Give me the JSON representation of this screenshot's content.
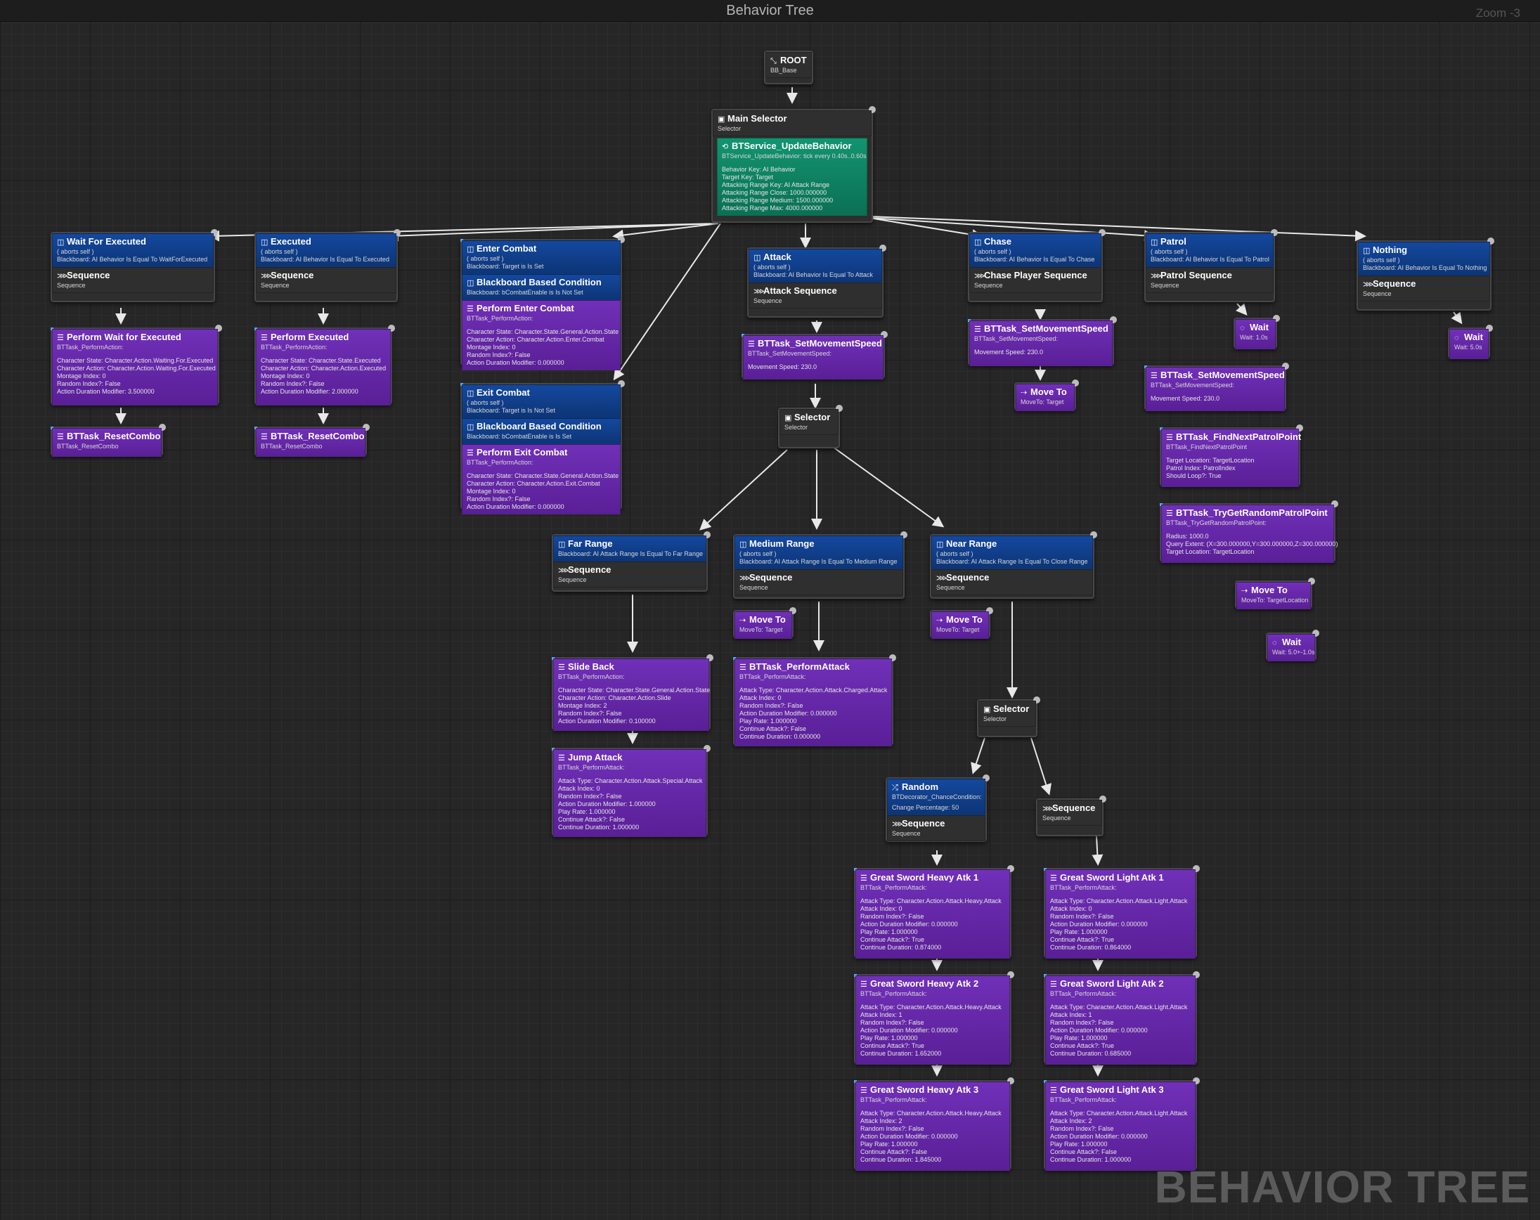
{
  "window": {
    "title": "Behavior Tree",
    "zoom": "Zoom -3",
    "watermark": "BEHAVIOR TREE"
  },
  "colors": {
    "decorator": "#14489e",
    "service": "#12946f",
    "task": "#7030b8",
    "composite": "#2f2f2f",
    "background": "#262626"
  },
  "icons": {
    "root": "root-icon",
    "selector": "selector-icon",
    "sequence": "sequence-icon",
    "decorator": "decorator-icon",
    "task": "task-icon",
    "move": "move-to-icon",
    "wait": "wait-icon",
    "random": "random-icon",
    "service": "service-icon"
  },
  "nodes": {
    "root": {
      "title": "ROOT",
      "sub": "BB_Base"
    },
    "main_selector": {
      "title": "Main Selector",
      "sub": "Selector",
      "service": {
        "title": "BTService_UpdateBehavior",
        "sub": "BTService_UpdateBehavior: tick every 0.40s..0.60s",
        "body": "Behavior Key: AI Behavior\nTarget Key: Target\nAttacking Range Key: AI Attack Range\nAttacking Range Close: 1000.000000\nAttacking Range Medium: 1500.000000\nAttacking Range Max: 4000.000000"
      }
    },
    "wait_for_executed": {
      "dec_title": "Wait For Executed",
      "dec_sub": "( aborts self )",
      "dec_bb": "Blackboard: AI Behavior Is Equal To WaitForExecuted",
      "title": "Sequence",
      "sub": "Sequence"
    },
    "perform_wait": {
      "title": "Perform Wait for Executed",
      "sub": "BTTask_PerformAction:",
      "body": "Character State: Character.Action.Waiting.For.Executed\nCharacter Action: Character.Action.Waiting.For.Executed\nMontage Index: 0\nRandom Index?: False\nAction Duration Modifier: 3.500000"
    },
    "reset_combo_1": {
      "title": "BTTask_ResetCombo",
      "sub": "BTTask_ResetCombo"
    },
    "executed": {
      "dec_title": "Executed",
      "dec_sub": "( aborts self )",
      "dec_bb": "Blackboard: AI Behavior Is Equal To Executed",
      "title": "Sequence",
      "sub": "Sequence"
    },
    "perform_executed": {
      "title": "Perform Executed",
      "sub": "BTTask_PerformAction:",
      "body": "Character State: Character.State.Executed\nCharacter Action: Character.Action.Executed\nMontage Index: 0\nRandom Index?: False\nAction Duration Modifier: 2.000000"
    },
    "reset_combo_2": {
      "title": "BTTask_ResetCombo",
      "sub": "BTTask_ResetCombo"
    },
    "enter_combat": {
      "dec_title": "Enter Combat",
      "dec_sub": "( aborts self )",
      "dec_bb": "Blackboard: Target is Is Set",
      "dec2_title": "Blackboard Based Condition",
      "dec2_bb": "Blackboard: bCombatEnable is Is Not Set",
      "title": "Perform Enter Combat",
      "sub": "BTTask_PerformAction:",
      "body": "Character State: Character.State.General.Action.State\nCharacter Action: Character.Action.Enter.Combat\nMontage Index: 0\nRandom Index?: False\nAction Duration Modifier: 0.000000"
    },
    "exit_combat": {
      "dec_title": "Exit Combat",
      "dec_sub": "( aborts self )",
      "dec_bb": "Blackboard: Target is Is Not Set",
      "dec2_title": "Blackboard Based Condition",
      "dec2_bb": "Blackboard: bCombatEnable is Is Set",
      "title": "Perform Exit Combat",
      "sub": "BTTask_PerformAction:",
      "body": "Character State: Character.State.General.Action.State\nCharacter Action: Character.Action.Exit.Combat\nMontage Index: 0\nRandom Index?: False\nAction Duration Modifier: 0.000000"
    },
    "attack": {
      "dec_title": "Attack",
      "dec_sub": "( aborts self )",
      "dec_bb": "Blackboard: AI Behavior Is Equal To Attack",
      "title": "Attack Sequence",
      "sub": "Sequence"
    },
    "attack_speed": {
      "title": "BTTask_SetMovementSpeed",
      "sub": "BTTask_SetMovementSpeed:",
      "body": "Movement Speed: 230.0"
    },
    "attack_selector": {
      "title": "Selector",
      "sub": "Selector"
    },
    "far_range": {
      "dec_title": "Far  Range",
      "dec_bb": "Blackboard: AI Attack Range Is Equal To Far Range",
      "title": "Sequence",
      "sub": "Sequence"
    },
    "slide_back": {
      "title": "Slide Back",
      "sub": "BTTask_PerformAction:",
      "body": "Character State: Character.State.General.Action.State\nCharacter Action: Character.Action.Slide\nMontage Index: 2\nRandom Index?: False\nAction Duration Modifier: 0.100000"
    },
    "jump_attack": {
      "title": "Jump Attack",
      "sub": "BTTask_PerformAttack:",
      "body": "Attack Type: Character.Action.Attack.Special.Attack\nAttack Index: 0\nRandom Index?: False\nAction Duration Modifier: 1.000000\nPlay Rate: 1.000000\nContinue Attack?: False\nContinue Duration: 1.000000"
    },
    "medium_range": {
      "dec_title": "Medium Range",
      "dec_sub": "( aborts self )",
      "dec_bb": "Blackboard: AI Attack Range Is Equal To Medium Range",
      "title": "Sequence",
      "sub": "Sequence"
    },
    "move_to_medium": {
      "title": "Move To",
      "sub": "MoveTo: Target"
    },
    "perform_attack_medium": {
      "title": "BTTask_PerformAttack",
      "sub": "BTTask_PerformAttack:",
      "body": "Attack Type: Character.Action.Attack.Charged.Attack\nAttack Index: 0\nRandom Index?: False\nAction Duration Modifier: 0.000000\nPlay Rate: 1.000000\nContinue Attack?: False\nContinue Duration: 0.000000"
    },
    "near_range": {
      "dec_title": "Near Range",
      "dec_sub": "( aborts self )",
      "dec_bb": "Blackboard: AI Attack Range Is Equal To Close Range",
      "title": "Sequence",
      "sub": "Sequence"
    },
    "move_to_near": {
      "title": "Move To",
      "sub": "MoveTo: Target"
    },
    "near_selector": {
      "title": "Selector",
      "sub": "Selector"
    },
    "random": {
      "dec_title": "Random",
      "dec_sub": "BTDecorator_ChanceCondition:",
      "dec_body": "Change Percentage: 50",
      "title": "Sequence",
      "sub": "Sequence"
    },
    "near_sequence": {
      "title": "Sequence",
      "sub": "Sequence"
    },
    "heavy1": {
      "title": "Great Sword Heavy Atk 1",
      "sub": "BTTask_PerformAttack:",
      "body": "Attack Type: Character.Action.Attack.Heavy.Attack\nAttack Index: 0\nRandom Index?: False\nAction Duration Modifier: 0.000000\nPlay Rate: 1.000000\nContinue Attack?: True\nContinue Duration: 0.874000"
    },
    "heavy2": {
      "title": "Great Sword Heavy Atk 2",
      "sub": "BTTask_PerformAttack:",
      "body": "Attack Type: Character.Action.Attack.Heavy.Attack\nAttack Index: 1\nRandom Index?: False\nAction Duration Modifier: 0.000000\nPlay Rate: 1.000000\nContinue Attack?: True\nContinue Duration: 1.652000"
    },
    "heavy3": {
      "title": "Great Sword Heavy Atk 3",
      "sub": "BTTask_PerformAttack:",
      "body": "Attack Type: Character.Action.Attack.Heavy.Attack\nAttack Index: 2\nRandom Index?: False\nAction Duration Modifier: 0.000000\nPlay Rate: 1.000000\nContinue Attack?: False\nContinue Duration: 1.845000"
    },
    "light1": {
      "title": "Great Sword Light Atk 1",
      "sub": "BTTask_PerformAttack:",
      "body": "Attack Type: Character.Action.Attack.Light.Attack\nAttack Index: 0\nRandom Index?: False\nAction Duration Modifier: 0.000000\nPlay Rate: 1.000000\nContinue Attack?: True\nContinue Duration: 0.864000"
    },
    "light2": {
      "title": "Great Sword Light Atk 2",
      "sub": "BTTask_PerformAttack:",
      "body": "Attack Type: Character.Action.Attack.Light.Attack\nAttack Index: 1\nRandom Index?: False\nAction Duration Modifier: 0.000000\nPlay Rate: 1.000000\nContinue Attack?: True\nContinue Duration: 0.685000"
    },
    "light3": {
      "title": "Great Sword Light Atk 3",
      "sub": "BTTask_PerformAttack:",
      "body": "Attack Type: Character.Action.Attack.Light.Attack\nAttack Index: 2\nRandom Index?: False\nAction Duration Modifier: 0.000000\nPlay Rate: 1.000000\nContinue Attack?: False\nContinue Duration: 1.000000"
    },
    "chase": {
      "dec_title": "Chase",
      "dec_sub": "( aborts self )",
      "dec_bb": "Blackboard: AI Behavior Is Equal To Chase",
      "title": "Chase Player Sequence",
      "sub": "Sequence"
    },
    "chase_speed": {
      "title": "BTTask_SetMovementSpeed",
      "sub": "BTTask_SetMovementSpeed:",
      "body": "Movement Speed: 230.0"
    },
    "chase_move": {
      "title": "Move To",
      "sub": "MoveTo: Target"
    },
    "patrol": {
      "dec_title": "Patrol",
      "dec_sub": "( aborts self )",
      "dec_bb": "Blackboard: AI Behavior Is Equal To Patrol",
      "title": "Patrol Sequence",
      "sub": "Sequence"
    },
    "patrol_wait": {
      "title": "Wait",
      "sub": "Wait: 1.0s"
    },
    "patrol_speed": {
      "title": "BTTask_SetMovementSpeed",
      "sub": "BTTask_SetMovementSpeed:",
      "body": "Movement Speed: 230.0"
    },
    "find_patrol": {
      "title": "BTTask_FindNextPatrolPoint",
      "sub": "BTTask_FindNextPatrolPoint",
      "body": "Target Location: TargetLocation\nPatrol Index: PatrolIndex\nShould Loop?: True"
    },
    "random_patrol": {
      "title": "BTTask_TryGetRandomPatrolPoint",
      "sub": "BTTask_TryGetRandomPatrolPoint:",
      "body": "Radius: 1000.0\nQuery Extent: (X=300.000000,Y=300.000000,Z=300.000000)\nTarget Location: TargetLocation"
    },
    "patrol_move": {
      "title": "Move To",
      "sub": "MoveTo: TargetLocation"
    },
    "patrol_wait2": {
      "title": "Wait",
      "sub": "Wait: 5.0+-1.0s"
    },
    "nothing": {
      "dec_title": "Nothing",
      "dec_sub": "( aborts self )",
      "dec_bb": "Blackboard: AI Behavior Is Equal To Nothing",
      "title": "Sequence",
      "sub": "Sequence"
    },
    "nothing_wait": {
      "title": "Wait",
      "sub": "Wait: 5.0s"
    }
  }
}
